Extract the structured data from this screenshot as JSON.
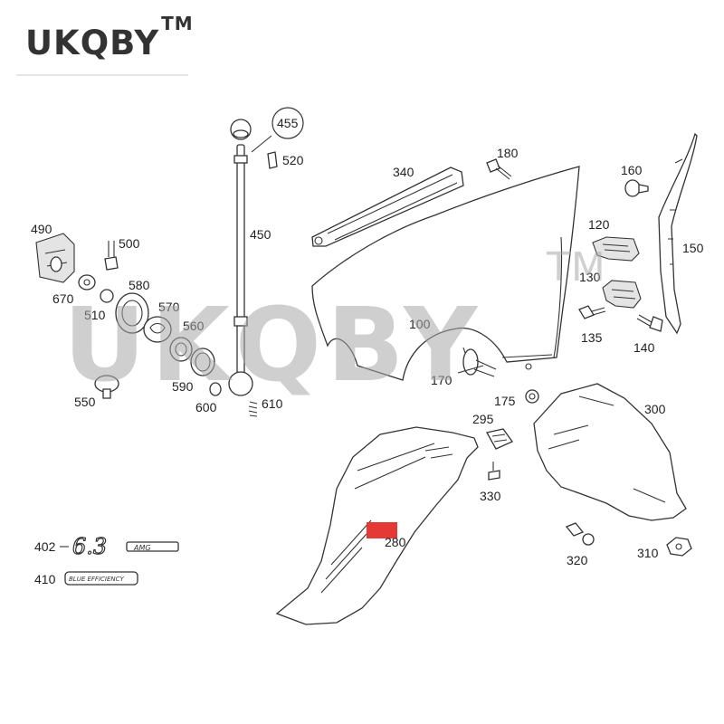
{
  "brand": {
    "name": "UKQBY",
    "tm": "TM"
  },
  "watermark": {
    "text": "UKQBY",
    "tm": "TM"
  },
  "highlight_color": "#e53935",
  "callouts": {
    "p100": "100",
    "p120": "120",
    "p130": "130",
    "p135": "135",
    "p140": "140",
    "p150": "150",
    "p160": "160",
    "p170": "170",
    "p175": "175",
    "p180": "180",
    "p280": "280",
    "p295": "295",
    "p300": "300",
    "p310": "310",
    "p320": "320",
    "p330": "330",
    "p340": "340",
    "p402": "402",
    "p410": "410",
    "p450": "450",
    "p455": "455",
    "p490": "490",
    "p500": "500",
    "p510": "510",
    "p520": "520",
    "p550": "550",
    "p560": "560",
    "p570": "570",
    "p580": "580",
    "p590": "590",
    "p600": "600",
    "p610": "610",
    "p670": "670"
  },
  "badges": {
    "b402_number": "6.3",
    "b402_text": "AMG",
    "b410_text": "BLUE EFFICIENCY"
  }
}
